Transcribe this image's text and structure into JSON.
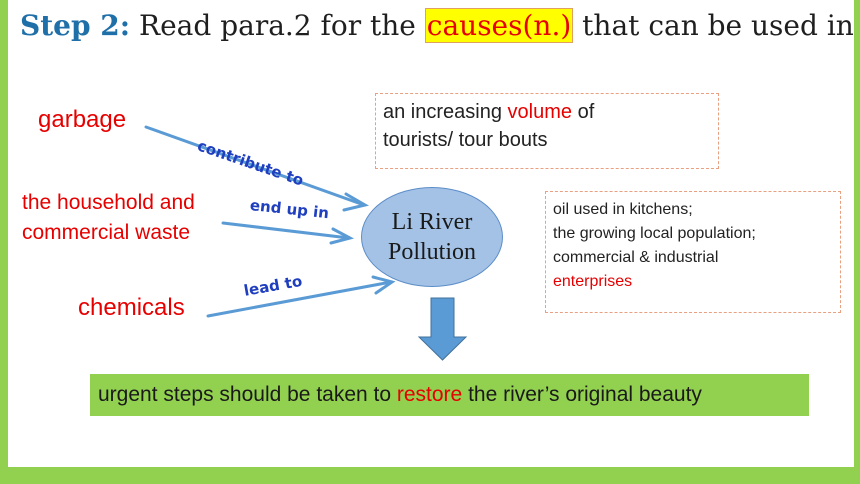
{
  "title": {
    "step": "Step 2:",
    "before": " Read para.2 for the ",
    "highlight": "causes(n.)",
    "after": " that can be used in OUR report."
  },
  "causes": [
    {
      "term_lines": [
        "garbage"
      ],
      "verb": "contribute to"
    },
    {
      "term_lines": [
        "the household and",
        "commercial waste"
      ],
      "verb": "end up in"
    },
    {
      "term_lines": [
        "chemicals"
      ],
      "verb": "lead to"
    }
  ],
  "center": {
    "lines": [
      "Li River",
      "Pollution"
    ]
  },
  "box1": {
    "before": "an increasing ",
    "highlight": "volume",
    "line1_after": " of",
    "line2": "tourists/ tour bouts"
  },
  "box2": {
    "lines": [
      "oil used in kitchens;",
      "the growing local population;",
      "commercial & industrial"
    ],
    "highlight": "enterprises"
  },
  "result": {
    "before": "urgent steps should be taken to ",
    "highlight": "restore",
    "after": " the river’s original beauty"
  },
  "colors": {
    "background": "#92d050",
    "highlight_text": "#e60000",
    "verb_text": "#1f3fbf",
    "title_step": "#1f6fa8",
    "ellipse_fill": "#a4c2e6",
    "arrow": "#5b9bd5"
  }
}
